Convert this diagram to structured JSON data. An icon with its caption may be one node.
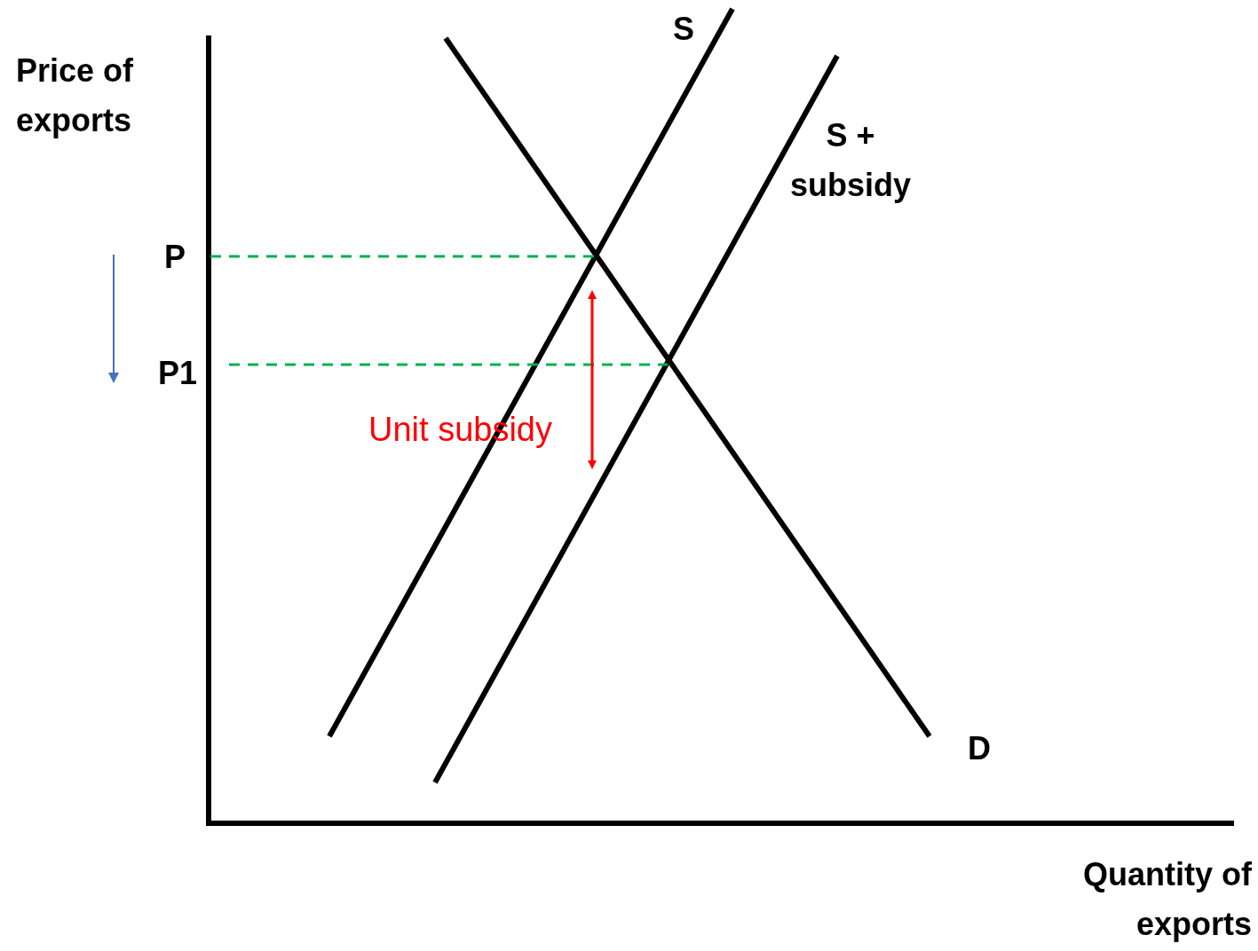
{
  "diagram": {
    "labels": [
      "Price of exports",
      "S",
      "S + subsidy",
      "P",
      "P1",
      "Unit subsidy",
      "D",
      "Quantity of exports"
    ]
  }
}
